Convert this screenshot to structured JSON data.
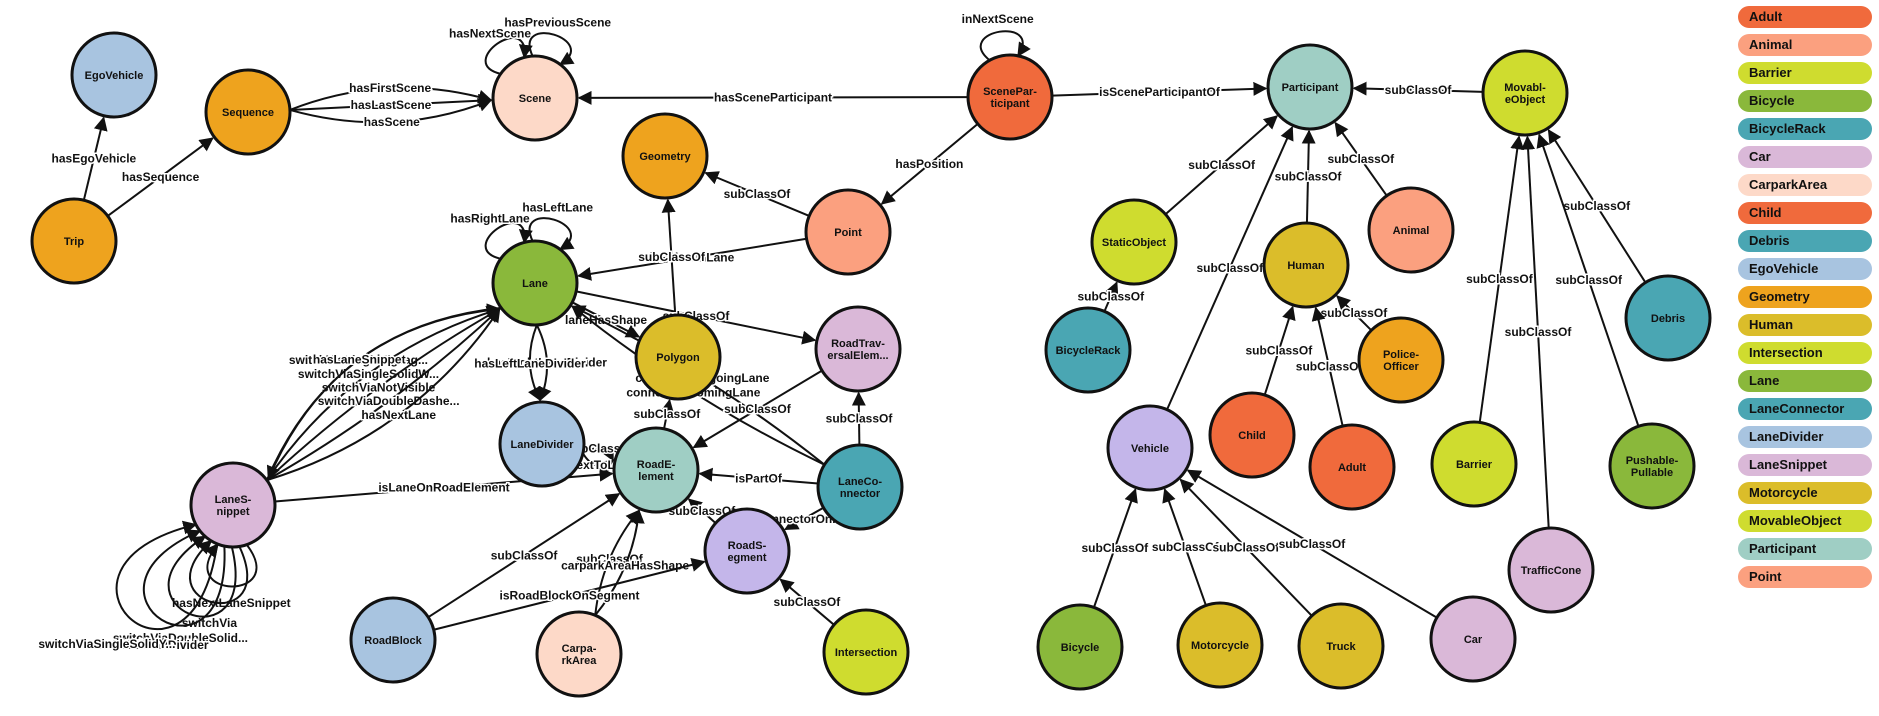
{
  "colors": {
    "Adult": "#f06a3c",
    "Animal": "#fba07f",
    "Barrier": "#cfdc2f",
    "Bicycle": "#8ab83b",
    "BicycleRack": "#4aa6b3",
    "Car": "#dab8d8",
    "CarparkArea": "#fdd9c8",
    "Child": "#f06a3c",
    "Debris": "#4aa6b3",
    "EgoVehicle": "#a8c4e0",
    "Geometry": "#eea31e",
    "Human": "#dbbd2a",
    "Intersection": "#cfdc2f",
    "Lane": "#8ab83b",
    "LaneConnector": "#4aa6b3",
    "LaneDivider": "#a8c4e0",
    "LaneSnippet": "#dab8d8",
    "Motorcycle": "#dbbd2a",
    "MovableObject": "#cfdc2f",
    "Participant": "#9fcec4",
    "Point": "#fba07f",
    "Scene": "#fdd9c8",
    "Sequence": "#eea31e",
    "Trip": "#eea31e",
    "ScenePar-ticipant": "#f06a3c",
    "RoadElement": "#9fcec4",
    "RoadSegment": "#c4b6ea",
    "RoadBlock": "#a8c4e0",
    "Polygon": "#dbbd2a",
    "RoadTraversalElement": "#dab8d8",
    "StaticObject": "#cfdc2f",
    "Police-Officer": "#eea31e",
    "Vehicle": "#c4b6ea",
    "Truck": "#dbbd2a",
    "TrafficCone": "#dab8d8",
    "PushablePullable": "#8ab83b"
  },
  "legend": [
    "Adult",
    "Animal",
    "Barrier",
    "Bicycle",
    "BicycleRack",
    "Car",
    "CarparkArea",
    "Child",
    "Debris",
    "EgoVehicle",
    "Geometry",
    "Human",
    "Intersection",
    "Lane",
    "LaneConnector",
    "LaneDivider",
    "LaneSnippet",
    "Motorcycle",
    "MovableObject",
    "Participant",
    "Point"
  ],
  "nodes": [
    {
      "id": "EgoVehicle",
      "label": [
        "EgoVehicle"
      ],
      "type": "EgoVehicle"
    },
    {
      "id": "Sequence",
      "label": [
        "Sequence"
      ],
      "type": "Sequence"
    },
    {
      "id": "Trip",
      "label": [
        "Trip"
      ],
      "type": "Trip"
    },
    {
      "id": "Scene",
      "label": [
        "Scene"
      ],
      "type": "Scene"
    },
    {
      "id": "ScenePart",
      "label": [
        "ScenePar-",
        "ticipant"
      ],
      "type": "ScenePar-ticipant"
    },
    {
      "id": "Participant",
      "label": [
        "Participant"
      ],
      "type": "Participant"
    },
    {
      "id": "MovableObject",
      "label": [
        "Movabl-",
        "eObject"
      ],
      "type": "MovableObject"
    },
    {
      "id": "Geometry",
      "label": [
        "Geometry"
      ],
      "type": "Geometry"
    },
    {
      "id": "Point",
      "label": [
        "Point"
      ],
      "type": "Point"
    },
    {
      "id": "Lane",
      "label": [
        "Lane"
      ],
      "type": "Lane"
    },
    {
      "id": "Polygon",
      "label": [
        "Polygon"
      ],
      "type": "Polygon"
    },
    {
      "id": "RoadTraversal",
      "label": [
        "RoadTrav-",
        "ersalElem..."
      ],
      "type": "RoadTraversalElement"
    },
    {
      "id": "LaneDivider",
      "label": [
        "LaneDivider"
      ],
      "type": "LaneDivider"
    },
    {
      "id": "RoadElement",
      "label": [
        "RoadE-",
        "lement"
      ],
      "type": "RoadElement"
    },
    {
      "id": "LaneConnector",
      "label": [
        "LaneCo-",
        "nnector"
      ],
      "type": "LaneConnector"
    },
    {
      "id": "LaneSnippet",
      "label": [
        "LaneS-",
        "nippet"
      ],
      "type": "LaneSnippet"
    },
    {
      "id": "RoadSegment",
      "label": [
        "RoadS-",
        "egment"
      ],
      "type": "RoadSegment"
    },
    {
      "id": "RoadBlock",
      "label": [
        "RoadBlock"
      ],
      "type": "RoadBlock"
    },
    {
      "id": "CarparkArea",
      "label": [
        "Carpa-",
        "rkArea"
      ],
      "type": "CarparkArea"
    },
    {
      "id": "Intersection",
      "label": [
        "Intersection"
      ],
      "type": "Intersection"
    },
    {
      "id": "StaticObject",
      "label": [
        "StaticObject"
      ],
      "type": "StaticObject"
    },
    {
      "id": "BicycleRack",
      "label": [
        "BicycleRack"
      ],
      "type": "BicycleRack"
    },
    {
      "id": "Human",
      "label": [
        "Human"
      ],
      "type": "Human"
    },
    {
      "id": "Animal",
      "label": [
        "Animal"
      ],
      "type": "Animal"
    },
    {
      "id": "PoliceOfficer",
      "label": [
        "Police-",
        "Officer"
      ],
      "type": "Police-Officer"
    },
    {
      "id": "Child",
      "label": [
        "Child"
      ],
      "type": "Child"
    },
    {
      "id": "Adult",
      "label": [
        "Adult"
      ],
      "type": "Adult"
    },
    {
      "id": "Vehicle",
      "label": [
        "Vehicle"
      ],
      "type": "Vehicle"
    },
    {
      "id": "Bicycle",
      "label": [
        "Bicycle"
      ],
      "type": "Bicycle"
    },
    {
      "id": "Motorcycle",
      "label": [
        "Motorcycle"
      ],
      "type": "Motorcycle"
    },
    {
      "id": "Truck",
      "label": [
        "Truck"
      ],
      "type": "Truck"
    },
    {
      "id": "Car",
      "label": [
        "Car"
      ],
      "type": "Car"
    },
    {
      "id": "Barrier",
      "label": [
        "Barrier"
      ],
      "type": "Barrier"
    },
    {
      "id": "TrafficCone",
      "label": [
        "TrafficCone"
      ],
      "type": "TrafficCone"
    },
    {
      "id": "Debris",
      "label": [
        "Debris"
      ],
      "type": "Debris"
    },
    {
      "id": "PushablePullable",
      "label": [
        "Pushable-",
        "Pullable"
      ],
      "type": "PushablePullable"
    }
  ],
  "edges": [
    {
      "from": "Trip",
      "to": "EgoVehicle",
      "label": "hasEgoVehicle"
    },
    {
      "from": "Trip",
      "to": "Sequence",
      "label": "hasSequence"
    },
    {
      "from": "Sequence",
      "to": "Scene",
      "label": "hasFirstScene"
    },
    {
      "from": "Sequence",
      "to": "Scene",
      "label": "hasLastScene"
    },
    {
      "from": "Sequence",
      "to": "Scene",
      "label": "hasScene"
    },
    {
      "from": "Scene",
      "to": "Scene",
      "label": "hasNextScene"
    },
    {
      "from": "Scene",
      "to": "Scene",
      "label": "hasPreviousScene"
    },
    {
      "from": "ScenePart",
      "to": "Scene",
      "label": "hasSceneParticipant"
    },
    {
      "from": "ScenePart",
      "to": "ScenePart",
      "label": "inNextScene"
    },
    {
      "from": "ScenePart",
      "to": "Participant",
      "label": "isSceneParticipantOf"
    },
    {
      "from": "ScenePart",
      "to": "Point",
      "label": "hasPosition"
    },
    {
      "from": "MovableObject",
      "to": "Participant",
      "label": "subClassOf"
    },
    {
      "from": "Point",
      "to": "Geometry",
      "label": "subClassOf"
    },
    {
      "from": "Point",
      "to": "Lane",
      "label": "isPointOnLane"
    },
    {
      "from": "Polygon",
      "to": "Geometry",
      "label": "subClassOf"
    },
    {
      "from": "Lane",
      "to": "Lane",
      "label": "hasRightLane"
    },
    {
      "from": "Lane",
      "to": "Lane",
      "label": "hasLeftLane"
    },
    {
      "from": "Lane",
      "to": "Polygon",
      "label": "laneHasShape"
    },
    {
      "from": "Lane",
      "to": "RoadTraversal",
      "label": "subClassOf"
    },
    {
      "from": "Lane",
      "to": "LaneDivider",
      "label": "hasRightLaneDivider"
    },
    {
      "from": "Lane",
      "to": "LaneDivider",
      "label": "hasLeftLaneDivider"
    },
    {
      "from": "LaneConnector",
      "to": "Lane",
      "label": "connectsIncomingLane"
    },
    {
      "from": "LaneConnector",
      "to": "Lane",
      "label": "connectsOutgoingLane"
    },
    {
      "from": "LaneConnector",
      "to": "RoadTraversal",
      "label": "subClassOf"
    },
    {
      "from": "LaneConnector",
      "to": "RoadElement",
      "label": "isPartOf"
    },
    {
      "from": "RoadTraversal",
      "to": "RoadElement",
      "label": "subClassOf"
    },
    {
      "from": "RoadElement",
      "to": "Polygon",
      "label": "subClassOf"
    },
    {
      "from": "LaneSnippet",
      "to": "Lane",
      "label": "switchViaSingleZigzag..."
    },
    {
      "from": "LaneSnippet",
      "to": "Lane",
      "label": "switchViaSingleSolidW..."
    },
    {
      "from": "LaneSnippet",
      "to": "Lane",
      "label": "switchViaNotVisible"
    },
    {
      "from": "LaneSnippet",
      "to": "Lane",
      "label": "switchViaDoubleDashe..."
    },
    {
      "from": "LaneSnippet",
      "to": "Lane",
      "label": "hasNextLane"
    },
    {
      "from": "Lane",
      "to": "LaneSnippet",
      "label": "hasLaneSnippet"
    },
    {
      "from": "LaneSnippet",
      "to": "LaneSnippet",
      "label": "hasNextLaneSnippet"
    },
    {
      "from": "LaneSnippet",
      "to": "LaneSnippet",
      "label": "switchVia"
    },
    {
      "from": "LaneSnippet",
      "to": "LaneSnippet",
      "label": "switchViaDoubleSolid..."
    },
    {
      "from": "LaneSnippet",
      "to": "LaneSnippet",
      "label": "switchViaRoadDivider"
    },
    {
      "from": "LaneSnippet",
      "to": "LaneSnippet",
      "label": "switchViaSingleSolidY..."
    },
    {
      "from": "LaneSnippet",
      "to": "RoadElement",
      "label": "isLaneOnRoadElement"
    },
    {
      "from": "LaneDivider",
      "to": "RoadElement",
      "label": "subClassOf"
    },
    {
      "from": "LaneDivider",
      "to": "RoadElement",
      "label": "isNextToLane"
    },
    {
      "from": "RoadBlock",
      "to": "RoadElement",
      "label": "subClassOf"
    },
    {
      "from": "CarparkArea",
      "to": "RoadElement",
      "label": "subClassOf"
    },
    {
      "from": "CarparkArea",
      "to": "RoadElement",
      "label": "carparkAreaHasShape"
    },
    {
      "from": "RoadBlock",
      "to": "RoadSegment",
      "label": "isRoadBlockOnSegment"
    },
    {
      "from": "LaneConnector",
      "to": "RoadSegment",
      "label": "isConnectorOnRoad"
    },
    {
      "from": "RoadSegment",
      "to": "RoadElement",
      "label": "subClassOf"
    },
    {
      "from": "Intersection",
      "to": "RoadSegment",
      "label": "subClassOf"
    },
    {
      "from": "StaticObject",
      "to": "Participant",
      "label": "subClassOf"
    },
    {
      "from": "BicycleRack",
      "to": "StaticObject",
      "label": "subClassOf"
    },
    {
      "from": "Human",
      "to": "Participant",
      "label": "subClassOf"
    },
    {
      "from": "Animal",
      "to": "Participant",
      "label": "subClassOf"
    },
    {
      "from": "Vehicle",
      "to": "Participant",
      "label": "subClassOf"
    },
    {
      "from": "PoliceOfficer",
      "to": "Human",
      "label": "subClassOf"
    },
    {
      "from": "Child",
      "to": "Human",
      "label": "subClassOf"
    },
    {
      "from": "Adult",
      "to": "Human",
      "label": "subClassOf"
    },
    {
      "from": "Bicycle",
      "to": "Vehicle",
      "label": "subClassOf"
    },
    {
      "from": "Motorcycle",
      "to": "Vehicle",
      "label": "subClassOf"
    },
    {
      "from": "Truck",
      "to": "Vehicle",
      "label": "subClassOf"
    },
    {
      "from": "Car",
      "to": "Vehicle",
      "label": "subClassOf"
    },
    {
      "from": "Barrier",
      "to": "MovableObject",
      "label": "subClassOf"
    },
    {
      "from": "TrafficCone",
      "to": "MovableObject",
      "label": "subClassOf"
    },
    {
      "from": "Debris",
      "to": "MovableObject",
      "label": "subClassOf"
    },
    {
      "from": "PushablePullable",
      "to": "MovableObject",
      "label": "subClassOf"
    }
  ]
}
